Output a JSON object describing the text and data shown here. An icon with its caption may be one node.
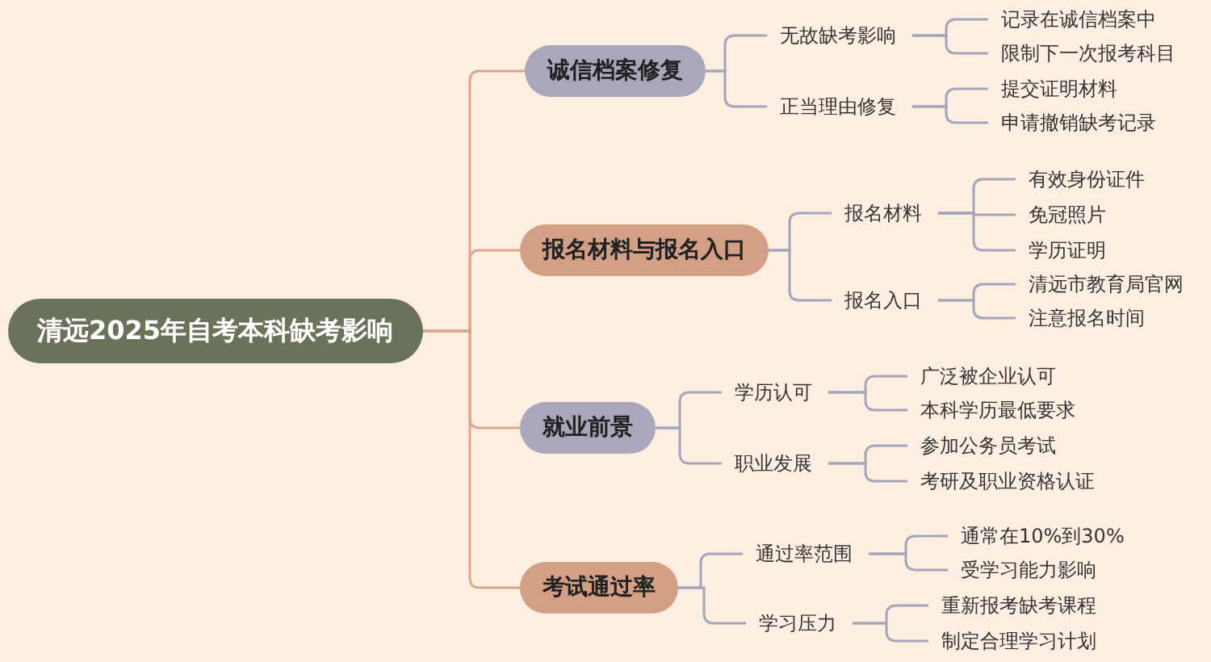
{
  "diagram": {
    "nodes": [
      {
        "text": [
          "清远2025年自考本科缺考影响"
        ]
      },
      {
        "text": [
          "诚信档案修复"
        ]
      },
      {
        "text": [
          "无故缺考影响"
        ]
      },
      {
        "text": [
          "记录在诚信档案中"
        ]
      },
      {
        "text": [
          "限制下一次报考科目"
        ]
      },
      {
        "text": [
          "正当理由修复"
        ]
      },
      {
        "text": [
          "提交证明材料"
        ]
      },
      {
        "text": [
          "申请撤销缺考记录"
        ]
      },
      {
        "text": [
          "报名材料与报名入口"
        ]
      },
      {
        "text": [
          "报名材料"
        ]
      },
      {
        "text": [
          "有效身份证件"
        ]
      },
      {
        "text": [
          "免冠照片"
        ]
      },
      {
        "text": [
          "学历证明"
        ]
      },
      {
        "text": [
          "报名入口"
        ]
      },
      {
        "text": [
          "清远市教育局官网"
        ]
      },
      {
        "text": [
          "注意报名时间"
        ]
      },
      {
        "text": [
          "就业前景"
        ]
      },
      {
        "text": [
          "学历认可"
        ]
      },
      {
        "text": [
          "广泛被企业认可"
        ]
      },
      {
        "text": [
          "本科学历最低要求"
        ]
      },
      {
        "text": [
          "职业发展"
        ]
      },
      {
        "text": [
          "参加公务员考试"
        ]
      },
      {
        "text": [
          "考研及职业资格认证"
        ]
      },
      {
        "text": [
          "考试通过率"
        ]
      },
      {
        "text": [
          "通过率范围"
        ]
      },
      {
        "text": [
          "通常在10%到30%"
        ]
      },
      {
        "text": [
          "受学习能力影响"
        ]
      },
      {
        "text": [
          "学习压力"
        ]
      },
      {
        "text": [
          "重新报考缺考课程"
        ]
      },
      {
        "text": [
          "制定合理学习计划"
        ]
      }
    ],
    "edges": [
      {
        "from": 0,
        "to": 1,
        "arrow": "none",
        "color": "#dba78b"
      },
      {
        "from": 1,
        "to": 2,
        "arrow": "none"
      },
      {
        "from": 2,
        "to": 3,
        "arrow": "none"
      },
      {
        "from": 2,
        "to": 4,
        "arrow": "none"
      },
      {
        "from": 1,
        "to": 5,
        "arrow": "none"
      },
      {
        "from": 5,
        "to": 6,
        "arrow": "none"
      },
      {
        "from": 5,
        "to": 7,
        "arrow": "none"
      },
      {
        "from": 0,
        "to": 8,
        "arrow": "none",
        "color": "#dba78b"
      },
      {
        "from": 8,
        "to": 9,
        "arrow": "none"
      },
      {
        "from": 9,
        "to": 10,
        "arrow": "none"
      },
      {
        "from": 9,
        "to": 11,
        "arrow": "none"
      },
      {
        "from": 9,
        "to": 12,
        "arrow": "none"
      },
      {
        "from": 8,
        "to": 13,
        "arrow": "none"
      },
      {
        "from": 13,
        "to": 14,
        "arrow": "none"
      },
      {
        "from": 13,
        "to": 15,
        "arrow": "none"
      },
      {
        "from": 0,
        "to": 16,
        "arrow": "none",
        "color": "#dba78b"
      },
      {
        "from": 16,
        "to": 17,
        "arrow": "none"
      },
      {
        "from": 17,
        "to": 18,
        "arrow": "none"
      },
      {
        "from": 17,
        "to": 19,
        "arrow": "none"
      },
      {
        "from": 16,
        "to": 20,
        "arrow": "none"
      },
      {
        "from": 20,
        "to": 21,
        "arrow": "none"
      },
      {
        "from": 20,
        "to": 22,
        "arrow": "none"
      },
      {
        "from": 0,
        "to": 23,
        "arrow": "none",
        "color": "#dba78b"
      },
      {
        "from": 23,
        "to": 24,
        "arrow": "none"
      },
      {
        "from": 24,
        "to": 25,
        "arrow": "none"
      },
      {
        "from": 24,
        "to": 26,
        "arrow": "none"
      },
      {
        "from": 23,
        "to": 27,
        "arrow": "none"
      },
      {
        "from": 27,
        "to": 28,
        "arrow": "none"
      },
      {
        "from": 27,
        "to": 29,
        "arrow": "none"
      }
    ]
  }
}
